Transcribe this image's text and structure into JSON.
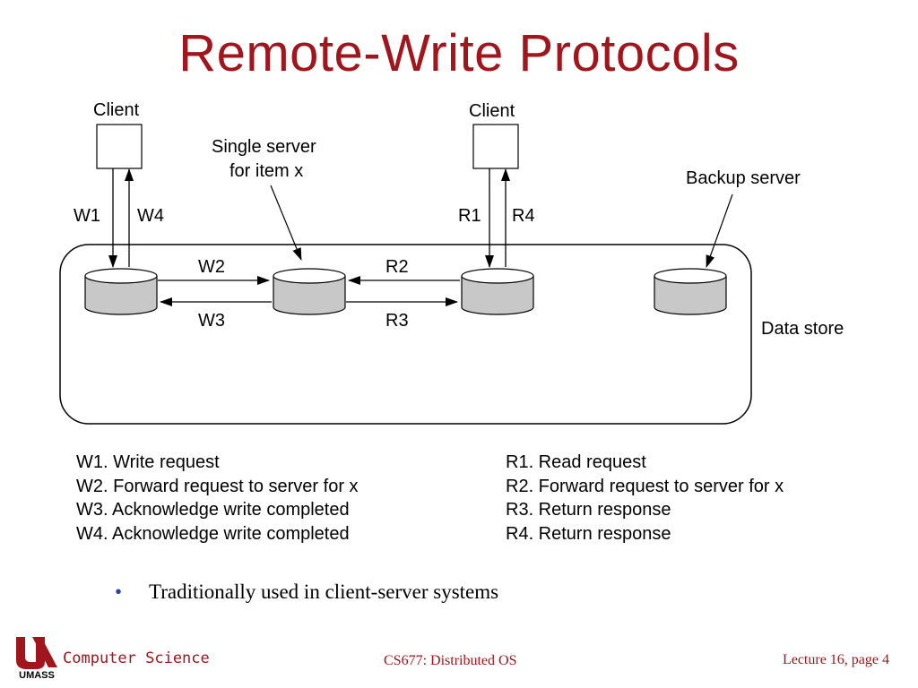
{
  "slide": {
    "title": "Remote-Write Protocols",
    "bullet": "Traditionally used in client-server systems"
  },
  "diagram": {
    "client_left_label": "Client",
    "client_right_label": "Client",
    "single_server_line1": "Single server",
    "single_server_line2": "for item x",
    "backup_server_label": "Backup server",
    "data_store_label": "Data store",
    "arrows": {
      "w1": "W1",
      "w4": "W4",
      "w2": "W2",
      "w3": "W3",
      "r1": "R1",
      "r4": "R4",
      "r2": "R2",
      "r3": "R3"
    }
  },
  "legend_left": [
    "W1. Write request",
    "W2. Forward request to server for x",
    "W3. Acknowledge write completed",
    "W4. Acknowledge write completed"
  ],
  "legend_right": [
    "R1. Read request",
    "R2. Forward request to server for x",
    "R3. Return response",
    "R4. Return response"
  ],
  "footer": {
    "logo_text": "UMASS",
    "department": "Computer Science",
    "course": "CS677: Distributed OS",
    "page": "Lecture 16, page 4"
  },
  "colors": {
    "title": "#a0161c",
    "bullet": "#2f3fb0",
    "cylinder": "#c8c8c8"
  }
}
